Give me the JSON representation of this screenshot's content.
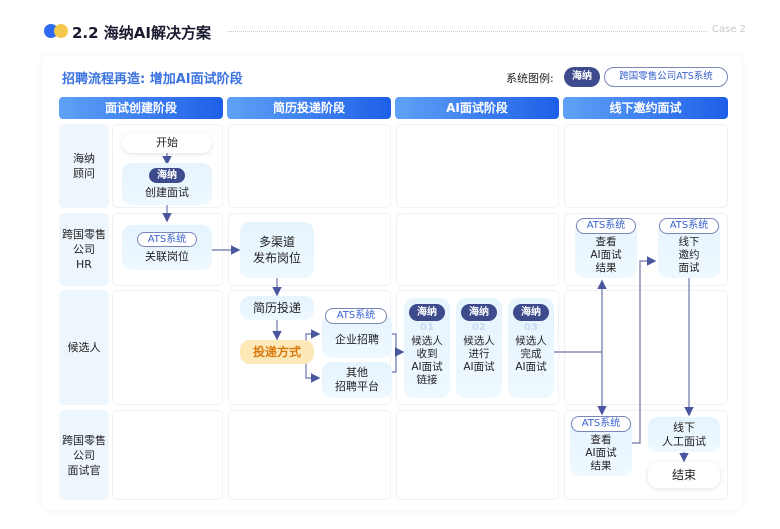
{
  "header": {
    "title": "2.2 海纳AI解决方案",
    "case_label": "Case 2"
  },
  "subtitle": "招聘流程再造: 增加AI面试阶段",
  "legend": {
    "label": "系统图例:",
    "hn": "海纳",
    "ats": "跨国零售公司ATS系统"
  },
  "phases": [
    "面试创建阶段",
    "简历投递阶段",
    "AI面试阶段",
    "线下邀约面试"
  ],
  "roles": [
    "海纳\n顾问",
    "跨国零售\n公司\nHR",
    "候选人",
    "跨国零售\n公司\n面试官"
  ],
  "badges": {
    "hn": "海纳",
    "ats": "ATS系统"
  },
  "nodes": {
    "start": "开始",
    "create": "创建面试",
    "link_job": "关联岗位",
    "publish": "多渠道\n发布岗位",
    "resume": "简历投递",
    "method": "投递方式",
    "corp": "企业招聘",
    "other": "其他\n招聘平台",
    "ai1_num": "01",
    "ai1": "候选人\n收到\nAI面试\n链接",
    "ai2_num": "02",
    "ai2": "候选人\n进行\nAI面试",
    "ai3_num": "03",
    "ai3": "候选人\n完成\nAI面试",
    "hr_view": "查看\nAI面试\n结果",
    "hr_invite": "线下\n邀约\n面试",
    "int_view": "查看\nAI面试\n结果",
    "offline": "线下\n人工面试",
    "end": "结束"
  },
  "colors": {
    "accent": "#2f6bf0",
    "hn_badge": "#3d4a8c",
    "arrow": "#4a56a0"
  }
}
